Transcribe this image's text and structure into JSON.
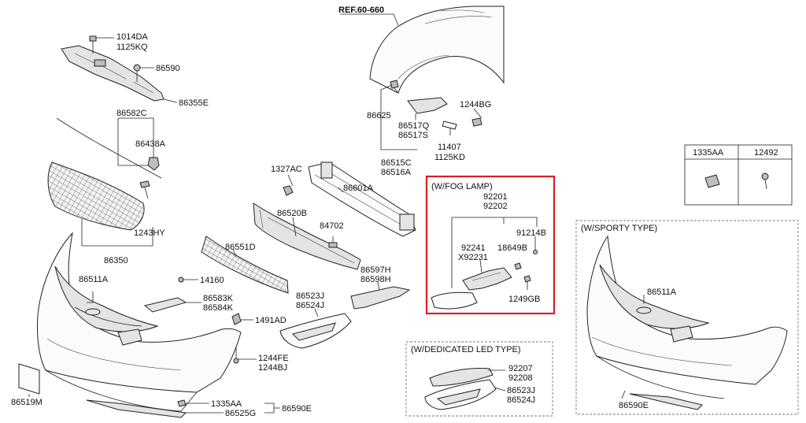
{
  "ref_label": "REF.60-660",
  "boxes": {
    "fog": "(W/FOG LAMP)",
    "led": "(W/DEDICATED LED TYPE)",
    "sporty": "(W/SPORTY TYPE)"
  },
  "table": {
    "col1": "1335AA",
    "col2": "12492"
  },
  "labels": {
    "p1014DA": "1014DA",
    "p1125KQ": "1125KQ",
    "p86590": "86590",
    "p86355E": "86355E",
    "p86582C": "86582C",
    "p86438A": "86438A",
    "p1243HY": "1243HY",
    "p86350": "86350",
    "p86511A": "86511A",
    "p86519M": "86519M",
    "p14160": "14160",
    "p86583K": "86583K",
    "p86584K": "86584K",
    "p1491AD": "1491AD",
    "p1244FE": "1244FE",
    "p1244BJ": "1244BJ",
    "p1335AA": "1335AA",
    "p86525G": "86525G",
    "p86590E": "86590E",
    "p1327AC": "1327AC",
    "p86601A": "86601A",
    "p86520B": "86520B",
    "p84702": "84702",
    "p86551D": "86551D",
    "p86597H": "86597H",
    "p86598H": "86598H",
    "p86523J": "86523J",
    "p86524J": "86524J",
    "p86625": "86625",
    "p86517Q": "86517Q",
    "p86517S": "86517S",
    "p1244BG": "1244BG",
    "p11407": "11407",
    "p1125KD": "1125KD",
    "p86515C": "86515C",
    "p86516A": "86516A",
    "p92201": "92201",
    "p92202": "92202",
    "p92241": "92241",
    "pX92231": "X92231",
    "p91214B": "91214B",
    "p18649B": "18649B",
    "p1249GB": "1249GB",
    "p92207": "92207",
    "p92208": "92208",
    "p86523J_led": "86523J",
    "p86524J_led": "86524J",
    "p86511A_sp": "86511A",
    "p86590E_sp": "86590E"
  }
}
